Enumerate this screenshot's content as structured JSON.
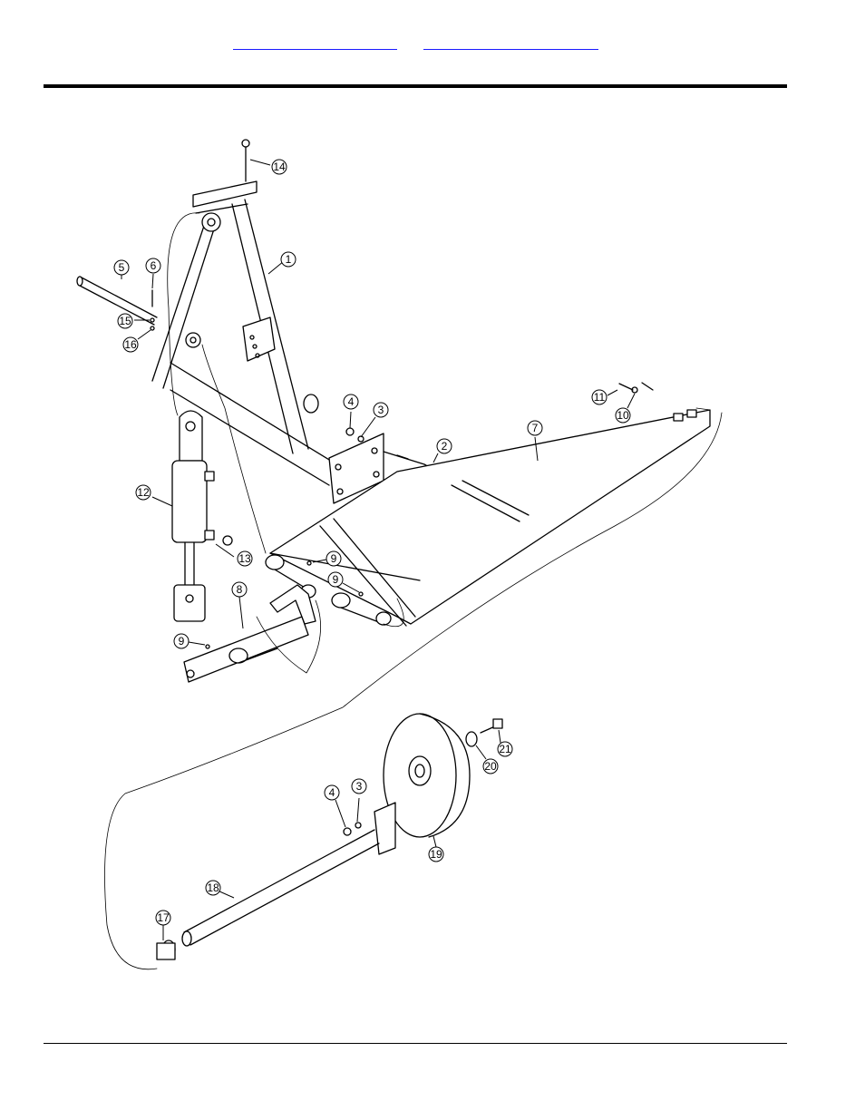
{
  "header": {
    "links": [
      {
        "label": ""
      },
      {
        "label": ""
      }
    ]
  },
  "figure": {
    "callouts": [
      "1",
      "2",
      "3",
      "4",
      "5",
      "6",
      "7",
      "8",
      "9",
      "9",
      "9",
      "10",
      "11",
      "12",
      "13",
      "14",
      "15",
      "16",
      "17",
      "18",
      "19",
      "20",
      "21",
      "4",
      "3"
    ]
  }
}
